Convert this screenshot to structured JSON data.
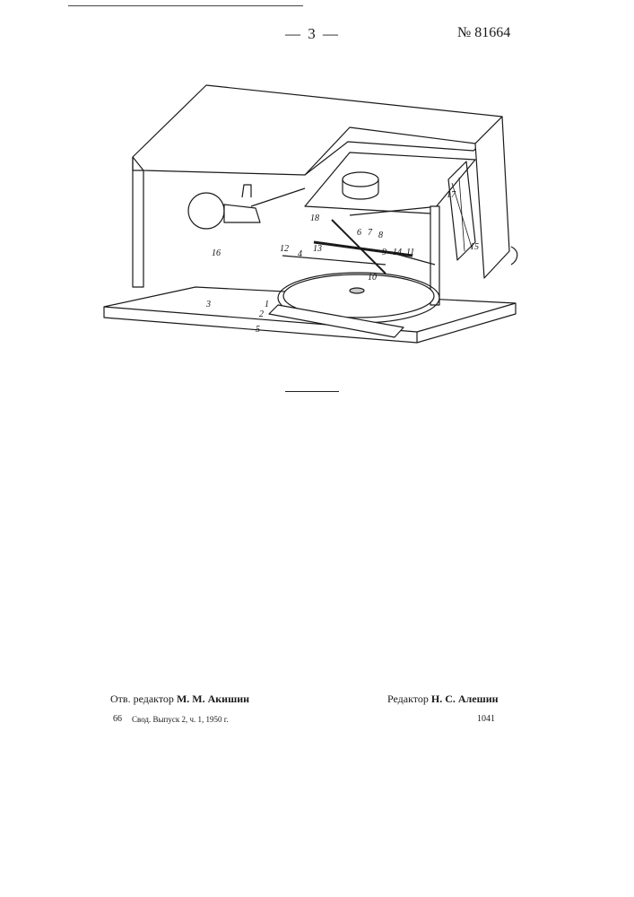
{
  "header": {
    "page_number": "— 3 —",
    "document_number": "№ 81664"
  },
  "figure": {
    "labels": {
      "l1": "1",
      "l2": "2",
      "l3": "3",
      "l4": "4",
      "l5": "5",
      "l6": "6",
      "l7": "7",
      "l8": "8",
      "l9": "9",
      "l10": "10",
      "l11": "11",
      "l12": "12",
      "l13": "13",
      "l14": "14",
      "l15": "15",
      "l16": "16",
      "l17": "17",
      "l18": "18"
    }
  },
  "footer": {
    "left_role": "Отв. редактор",
    "left_name": "М. М. Акишин",
    "right_role": "Редактор",
    "right_name": "Н. С. Алешин",
    "order_number": "66",
    "imprint": "Свод. Выпуск 2, ч. 1, 1950 г.",
    "code": "1041"
  }
}
